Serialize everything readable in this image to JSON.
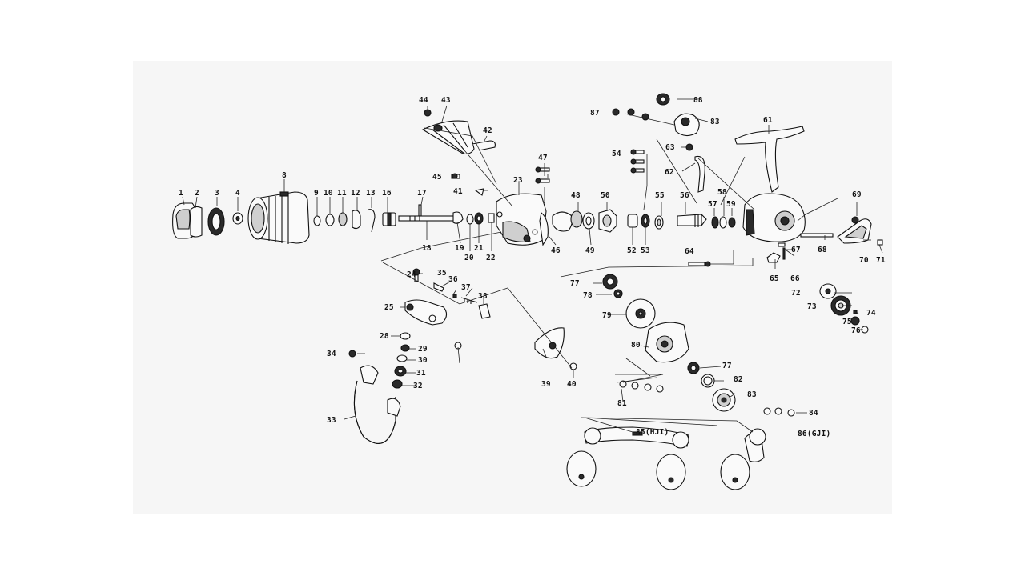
{
  "diagram": {
    "labels": [
      "1",
      "2",
      "3",
      "4",
      "8",
      "9",
      "10",
      "11",
      "12",
      "13",
      "16",
      "17",
      "18",
      "19",
      "20",
      "21",
      "22",
      "23",
      "24",
      "25",
      "28",
      "29",
      "30",
      "31",
      "32",
      "33",
      "34",
      "35",
      "36",
      "37",
      "38",
      "39",
      "40",
      "41",
      "42",
      "43",
      "44",
      "45",
      "46",
      "47",
      "48",
      "49",
      "50",
      "52",
      "53",
      "54",
      "55",
      "56",
      "57",
      "58",
      "59",
      "61",
      "62",
      "63",
      "64",
      "65",
      "66",
      "67",
      "68",
      "69",
      "70",
      "71",
      "72",
      "73",
      "74",
      "75",
      "76",
      "77",
      "78",
      "79",
      "80",
      "77",
      "81",
      "82",
      "83",
      "84",
      "85(HJI)",
      "86(GJI)",
      "87",
      "88",
      "83"
    ]
  }
}
